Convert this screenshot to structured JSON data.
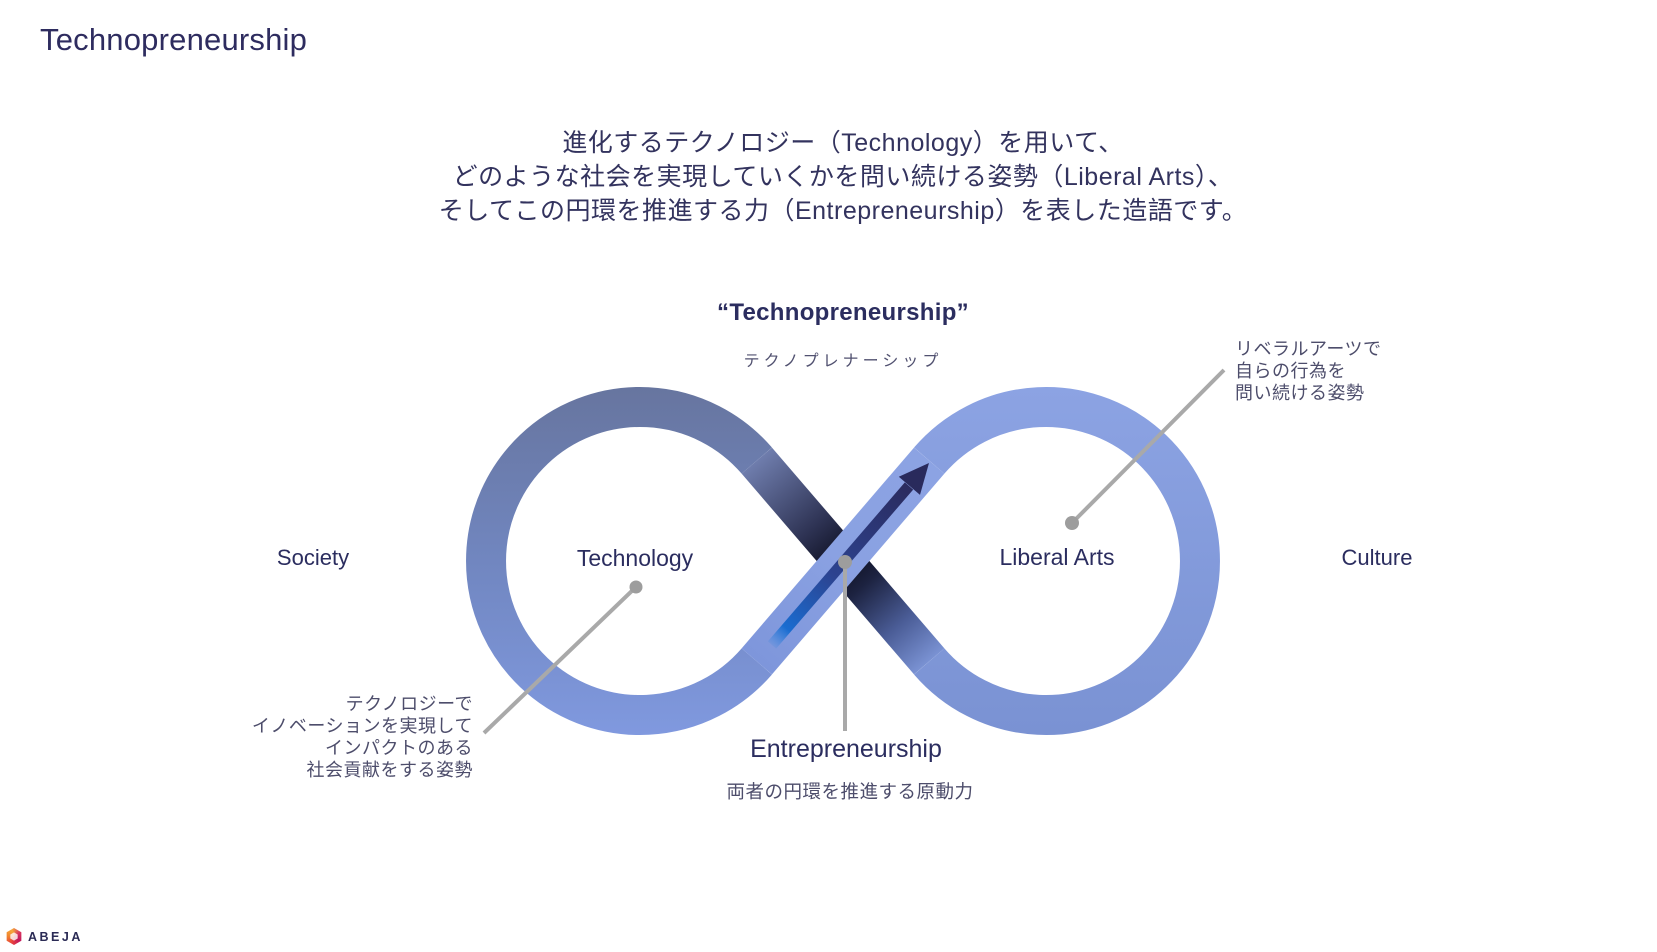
{
  "slide": {
    "title": "Technopreneurship",
    "intro_lines": [
      "進化するテクノロジー（Technology）を用いて、",
      "どのような社会を実現していくかを問い続ける姿勢（Liberal Arts）、",
      "そしてこの円環を推進する力（Entrepreneurship）を表した造語です。"
    ],
    "diagram": {
      "heading": "“Technopreneurship”",
      "heading_kana": "テクノプレナーシップ",
      "left_outer_label": "Society",
      "left_loop_label": "Technology",
      "right_loop_label": "Liberal Arts",
      "right_outer_label": "Culture",
      "bottom_label": "Entrepreneurship",
      "bottom_sublabel": "両者の円環を推進する原動力",
      "left_callout_lines": [
        "テクノロジーで",
        "イノベーションを実現して",
        "インパクトのある",
        "社会貢献をする姿勢"
      ],
      "right_callout_lines": [
        "リベラルアーツで",
        "自らの行為を",
        "問い続ける姿勢"
      ]
    },
    "footer": {
      "logo_text": "ABEJA"
    },
    "colors": {
      "title_navy": "#2e2c5f",
      "body_navy": "#33335e",
      "muted_label": "#4d4d6b",
      "ring_slate": "#67759f",
      "ring_blue_light": "#8ca3e3",
      "ring_blue": "#7e97db",
      "ring_shadow_dark": "#0d0f20",
      "arrow_blue": "#1a6cd0",
      "arrow_navy": "#2b2b5e",
      "connector_gray": "#a9a9a9",
      "logo_navy": "#2b2b55",
      "logo_red": "#e8413c",
      "logo_orange": "#f0832e",
      "logo_pink": "#c2185b"
    }
  }
}
